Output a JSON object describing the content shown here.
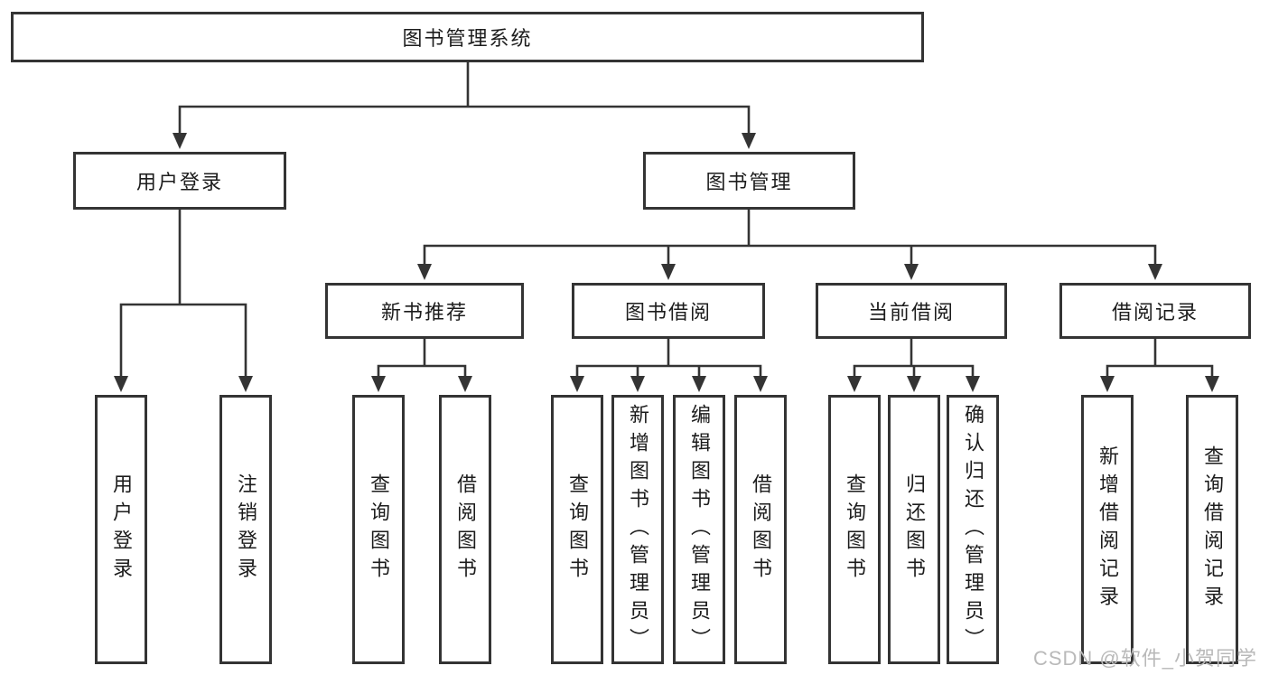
{
  "tree": {
    "root": {
      "label": "图书管理系统"
    },
    "branches": [
      {
        "label": "用户登录",
        "children": [
          {
            "label": "用户登录"
          },
          {
            "label": "注销登录"
          }
        ]
      },
      {
        "label": "图书管理",
        "children": [
          {
            "label": "新书推荐",
            "children": [
              {
                "label": "查询图书"
              },
              {
                "label": "借阅图书"
              }
            ]
          },
          {
            "label": "图书借阅",
            "children": [
              {
                "label": "查询图书"
              },
              {
                "label": "新增图书（管理员）"
              },
              {
                "label": "编辑图书（管理员）"
              },
              {
                "label": "借阅图书"
              }
            ]
          },
          {
            "label": "当前借阅",
            "children": [
              {
                "label": "查询图书"
              },
              {
                "label": "归还图书"
              },
              {
                "label": "确认归还（管理员）"
              }
            ]
          },
          {
            "label": "借阅记录",
            "children": [
              {
                "label": "新增借阅记录"
              },
              {
                "label": "查询借阅记录"
              }
            ]
          }
        ]
      }
    ]
  },
  "watermark": {
    "text": "CSDN @软件_小贺同学"
  },
  "colors": {
    "line": "#343434",
    "box_border": "#343434",
    "text": "#1c1c1c",
    "watermark": "#b9b9b9",
    "background": "#ffffff"
  }
}
